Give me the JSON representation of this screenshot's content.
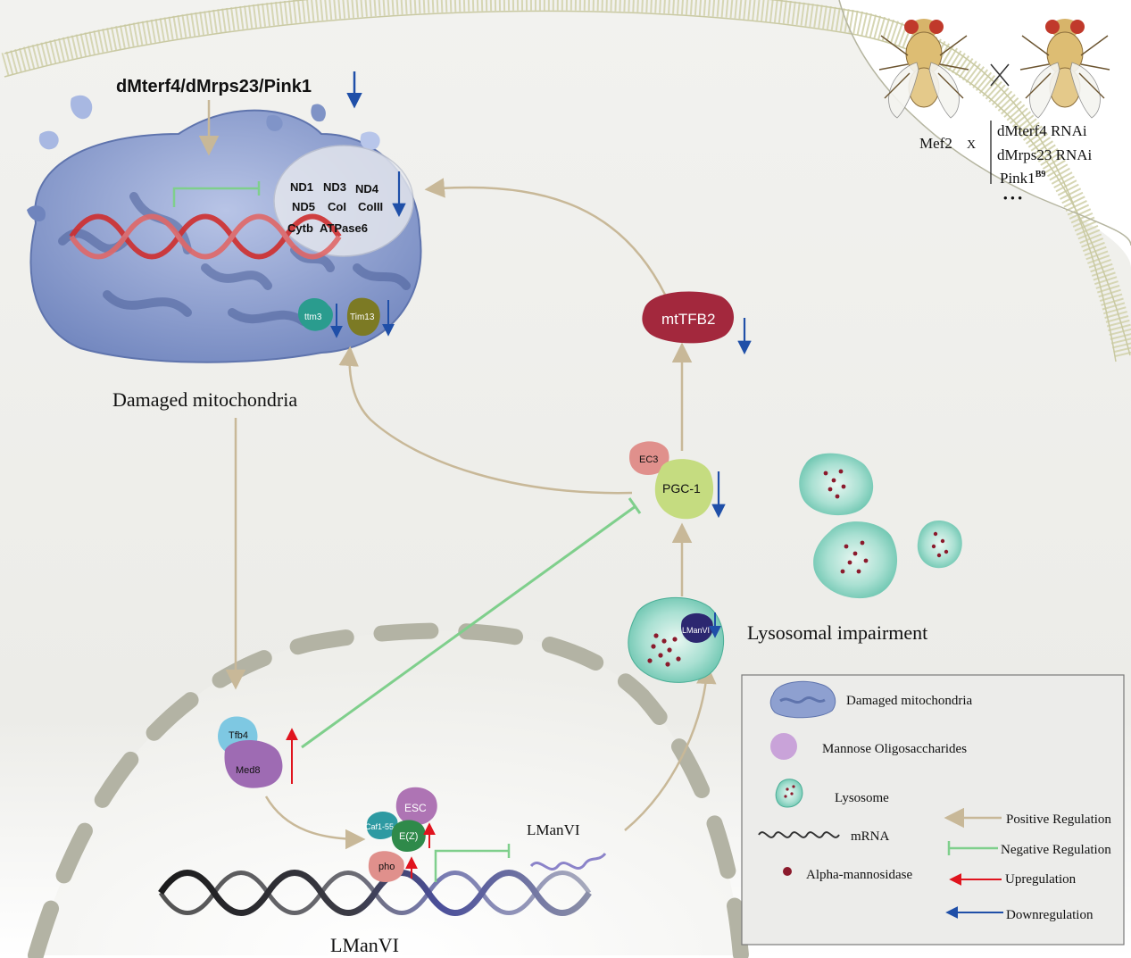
{
  "top": {
    "genes_label": "dMterf4/dMrps23/Pink1"
  },
  "mito": {
    "genes": [
      "ND1",
      "ND3",
      "ND4",
      "ND5",
      "CoI",
      "CoIII",
      "Cytb",
      "ATPase6"
    ],
    "proteins": [
      "ttm3",
      "Tim13"
    ],
    "label": "Damaged mitochondria"
  },
  "flies": {
    "driver": "Mef2",
    "cross_symbol": "X",
    "lines": [
      "dMterf4 RNAi",
      "dMrps23 RNAi",
      "Pink1"
    ],
    "pink1_superscript": "B9",
    "more": "• • •"
  },
  "factors": {
    "mttfb2": "mtTFB2",
    "pgc1": "PGC-1",
    "ec3": "EC3",
    "tfb4": "Tfb4",
    "med8": "Med8",
    "esc": "ESC",
    "caf155": "Caf1-55",
    "ez": "E(Z)",
    "pho": "pho",
    "lmanvi_protein": "LManVI",
    "lmanvi_mrna": "LManVI",
    "lmanvi_gene": "LManVI"
  },
  "lysosome": {
    "label": "Lysosomal impairment"
  },
  "legend": {
    "items": [
      {
        "key": "damaged-mito",
        "label": "Damaged mitochondria"
      },
      {
        "key": "mannose",
        "label": "Mannose Oligosaccharides"
      },
      {
        "key": "lysosome",
        "label": "Lysosome"
      },
      {
        "key": "mrna",
        "label": "mRNA"
      },
      {
        "key": "alpha",
        "label": "Alpha-mannosidase"
      },
      {
        "key": "positive",
        "label": "Positive Regulation"
      },
      {
        "key": "negative",
        "label": "Negative Regulation"
      },
      {
        "key": "up",
        "label": "Upregulation"
      },
      {
        "key": "down",
        "label": "Downregulation"
      }
    ]
  },
  "colors": {
    "positive": "#c8b898",
    "negative": "#7fcf8c",
    "up": "#e0141e",
    "down": "#1f4fa8",
    "mito": "#7f93c6",
    "lysosome": "#76cdb8",
    "dots": "#8b1a2c",
    "mttfb2": "#a3283d",
    "pgc1": "#c5dc80",
    "med8": "#9e6bb3",
    "tfb4": "#7ec8e2",
    "esc": "#ae74b4",
    "ez": "#2f8a4a",
    "caf155": "#2e9aa2",
    "pho": "#e0908c"
  }
}
